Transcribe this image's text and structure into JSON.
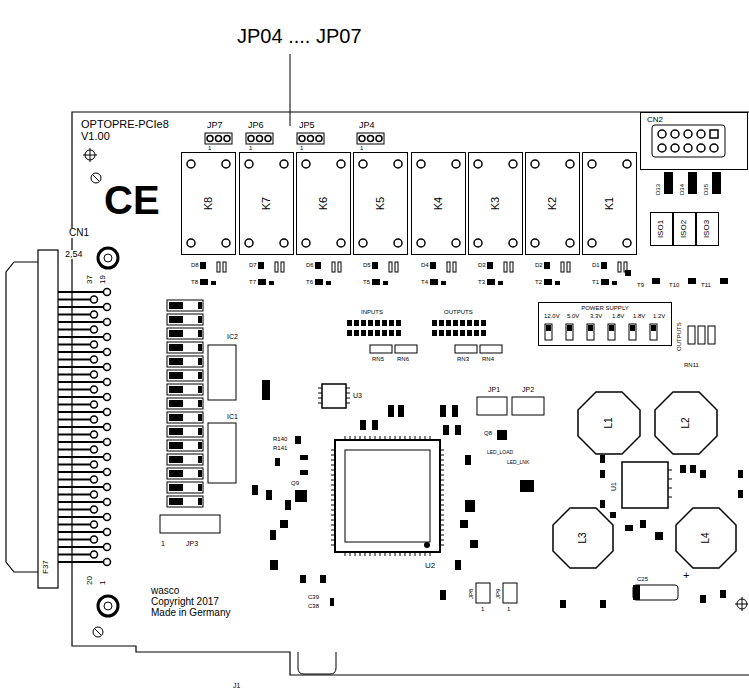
{
  "diagram": {
    "nodes": [
      {
        "text": [
          "K8"
        ]
      },
      {
        "text": [
          "K7"
        ]
      },
      {
        "text": [
          "K6"
        ]
      },
      {
        "text": [
          "K5"
        ]
      },
      {
        "text": [
          "K4"
        ]
      },
      {
        "text": [
          "K3"
        ]
      },
      {
        "text": [
          "K2"
        ]
      },
      {
        "text": [
          "K1"
        ]
      },
      {
        "text": [
          "CN2"
        ]
      },
      {
        "text": [
          "ISO1"
        ]
      },
      {
        "text": [
          "ISO2"
        ]
      },
      {
        "text": [
          "ISO3"
        ]
      },
      {
        "text": [
          "POWER SUPPLY"
        ]
      },
      {
        "text": [
          "L1"
        ]
      },
      {
        "text": [
          "L2"
        ]
      },
      {
        "text": [
          "L3"
        ]
      },
      {
        "text": [
          "L4"
        ]
      }
    ],
    "labels": [
      "JP04 .... JP07",
      "OPTOPRE-PCIe8",
      "V1.00",
      "JP7",
      "JP6",
      "JP5",
      "JP4",
      "1",
      "1",
      "1",
      "1",
      "CE",
      "CN1",
      "2,54",
      "37",
      "19",
      "F37",
      "20",
      "1",
      "1",
      "JP3",
      "wasco",
      "Copyright 2017",
      "Made in Germany",
      "J1",
      "D8",
      "D7",
      "D6",
      "D5",
      "D4",
      "D3",
      "D2",
      "D1",
      "T8",
      "T7",
      "T6",
      "T5",
      "T4",
      "T3",
      "T2",
      "T1",
      "INPUTS",
      "OUTPUTS",
      "12.0V",
      "5.0V",
      "3.3V",
      "1.8V",
      "1.8V",
      "1.2V",
      "OUTPUTS",
      "IC2",
      "IC1",
      "U3",
      "JP1",
      "JP2",
      "U2",
      "U1",
      "JP8",
      "JP9",
      "1",
      "1",
      "C25",
      "+",
      "D33",
      "D34",
      "D35",
      "T9",
      "T10",
      "T11",
      "RN5",
      "RN6",
      "RN3",
      "RN4",
      "RN11",
      "Q8",
      "Q9",
      "LED_LOAD",
      "LED_LNK",
      "R140",
      "R141",
      "C39",
      "C38"
    ]
  }
}
